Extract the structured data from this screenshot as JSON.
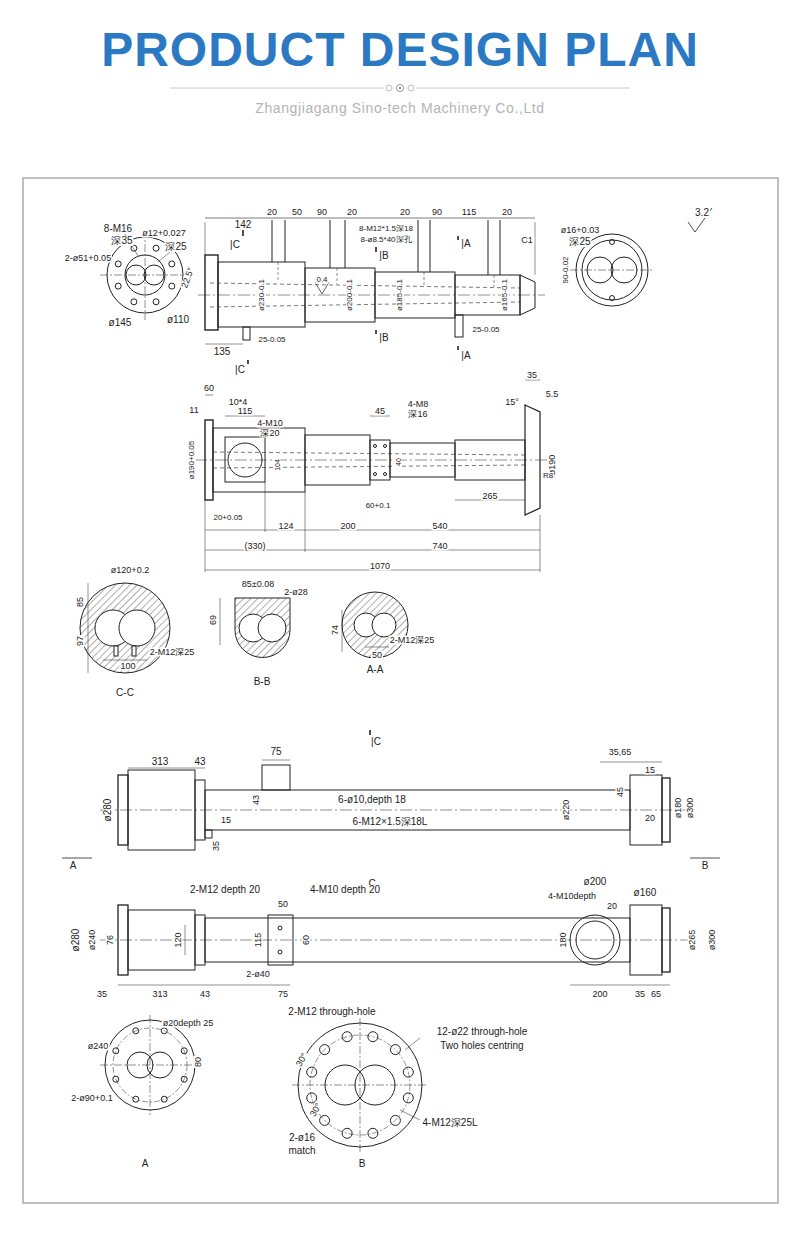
{
  "diagram": {
    "title": "PRODUCT DESIGN PLAN",
    "labels": [
      "Zhangjiagang Sino-tech Machinery Co.,Ltd",
      "8-M16",
      "深35",
      "ø12+0.027",
      "深25",
      "2-ø51+0.05",
      "22.5°",
      "ø145",
      "ø110",
      "142",
      "20",
      "50",
      "90",
      "20",
      "8-M12*1.5深18",
      "8-ø8.5*40深孔",
      "20",
      "90",
      "115",
      "20",
      "C1",
      "|C",
      "|B",
      "|A",
      "ø230-0.1",
      "0.4",
      "ø200-0.1",
      "ø185-0.1",
      "ø165-0.1",
      "135",
      "25-0.05",
      "|B",
      "|A",
      "25-0.05",
      "|C",
      "ø16+0.03",
      "深25",
      "90-0.02",
      "3.2",
      "35",
      "15°",
      "5.5",
      "60",
      "10*4",
      "11",
      "115",
      "4-M10",
      "深20",
      "45",
      "4-M8",
      "深16",
      "ø190+0.05",
      "ø190",
      "R8",
      "104",
      "40",
      "60+0.1",
      "20+0.05",
      "124",
      "200",
      "540",
      "265",
      "(330)",
      "740",
      "1070",
      "ø120+0.2",
      "85",
      "97",
      "100",
      "2-M12深25",
      "C-C",
      "85±0.08",
      "2-ø28",
      "69",
      "B-B",
      "74",
      "2-M12深25",
      "50",
      "A-A",
      "|C",
      "313",
      "43",
      "75",
      "35,65",
      "15",
      "6-ø10,depth 18",
      "ø280",
      "43",
      "15",
      "6-M12×1.5深18L",
      "35",
      "ø220",
      "45",
      "20",
      "ø180",
      "ø300",
      "A",
      "B",
      "C",
      "2-M12 depth 20",
      "50",
      "4-M10 depth 20",
      "ø200",
      "ø160",
      "4-M10depth",
      "20",
      "ø280",
      "ø240",
      "76",
      "120",
      "115",
      "60",
      "180",
      "ø265",
      "ø300",
      "2-ø40",
      "35",
      "313",
      "43",
      "75",
      "200",
      "35",
      "65",
      "ø20depth 25",
      "ø240",
      "80",
      "2-ø90+0.1",
      "A",
      "2-M12 through-hole",
      "12-ø22 through-hole",
      "Two holes centring",
      "30°",
      "30°",
      "2-ø16",
      "match",
      "4-M12深25L",
      "B"
    ]
  }
}
